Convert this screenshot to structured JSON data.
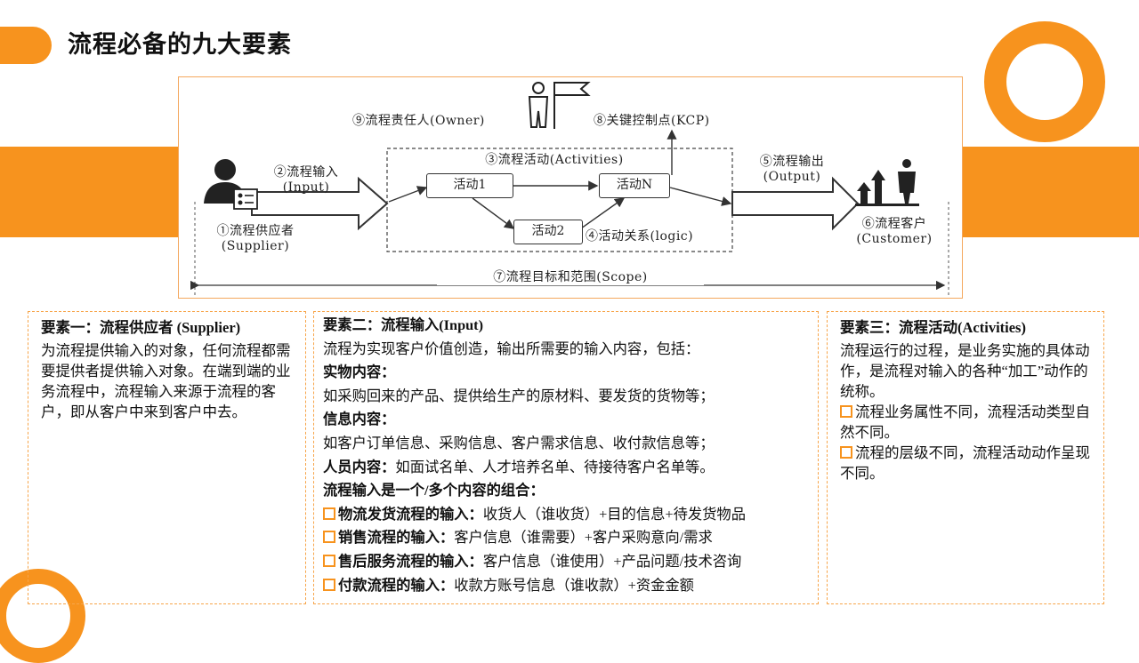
{
  "page": {
    "title": "流程必备的九大要素",
    "accent_color": "#F7931E"
  },
  "diagram": {
    "owner_label": "⑨流程责任人(Owner)",
    "kcp_label": "⑧关键控制点(KCP)",
    "input_label_1": "②流程输入",
    "input_label_2": "(Input)",
    "activities_label": "③流程活动(Activities)",
    "output_label_1": "⑤流程输出",
    "output_label_2": "(Output)",
    "activity_1": "活动1",
    "activity_n": "活动N",
    "activity_2": "活动2",
    "logic_label": "④活动关系(logic)",
    "supplier_label_1": "①流程供应者",
    "supplier_label_2": "(Supplier)",
    "customer_label_1": "⑥流程客户",
    "customer_label_2": "(Customer)",
    "scope_label": "⑦流程目标和范围(Scope)",
    "icons": [
      "owner-flag-icon",
      "supplier-person-icon",
      "customer-growth-icon"
    ]
  },
  "panel1": {
    "heading": "要素一：流程供应者 (Supplier)",
    "body": "为流程提供输入的对象，任何流程都需要提供者提供输入对象。在端到端的业务流程中，流程输入来源于流程的客户，即从客户中来到客户中去。"
  },
  "panel2": {
    "heading": "要素二：流程输入(Input)",
    "intro": "流程为实现客户价值创造，输出所需要的输入内容，包括：",
    "physical_heading": "实物内容：",
    "physical_text": "如采购回来的产品、提供给生产的原材料、要发货的货物等；",
    "info_heading": "信息内容：",
    "info_text": "如客户订单信息、采购信息、客户需求信息、收付款信息等；",
    "people_heading": "人员内容：",
    "people_text": "如面试名单、人才培养名单、待接待客户名单等。",
    "combo_heading": "流程输入是一个/多个内容的组合：",
    "items": [
      {
        "label": "物流发货流程的输入：",
        "text": "收货人（谁收货）+目的信息+待发货物品"
      },
      {
        "label": "销售流程的输入：",
        "text": "客户信息（谁需要）+客户采购意向/需求"
      },
      {
        "label": "售后服务流程的输入：",
        "text": "客户信息（谁使用）+产品问题/技术咨询"
      },
      {
        "label": "付款流程的输入：",
        "text": "收款方账号信息（谁收款）+资金金额"
      }
    ]
  },
  "panel3": {
    "heading": "要素三：流程活动(Activities)",
    "body": "流程运行的过程，是业务实施的具体动作，是流程对输入的各种“加工”动作的统称。",
    "bullets": [
      "流程业务属性不同，流程活动类型自然不同。",
      "流程的层级不同，流程活动动作呈现不同。"
    ]
  }
}
